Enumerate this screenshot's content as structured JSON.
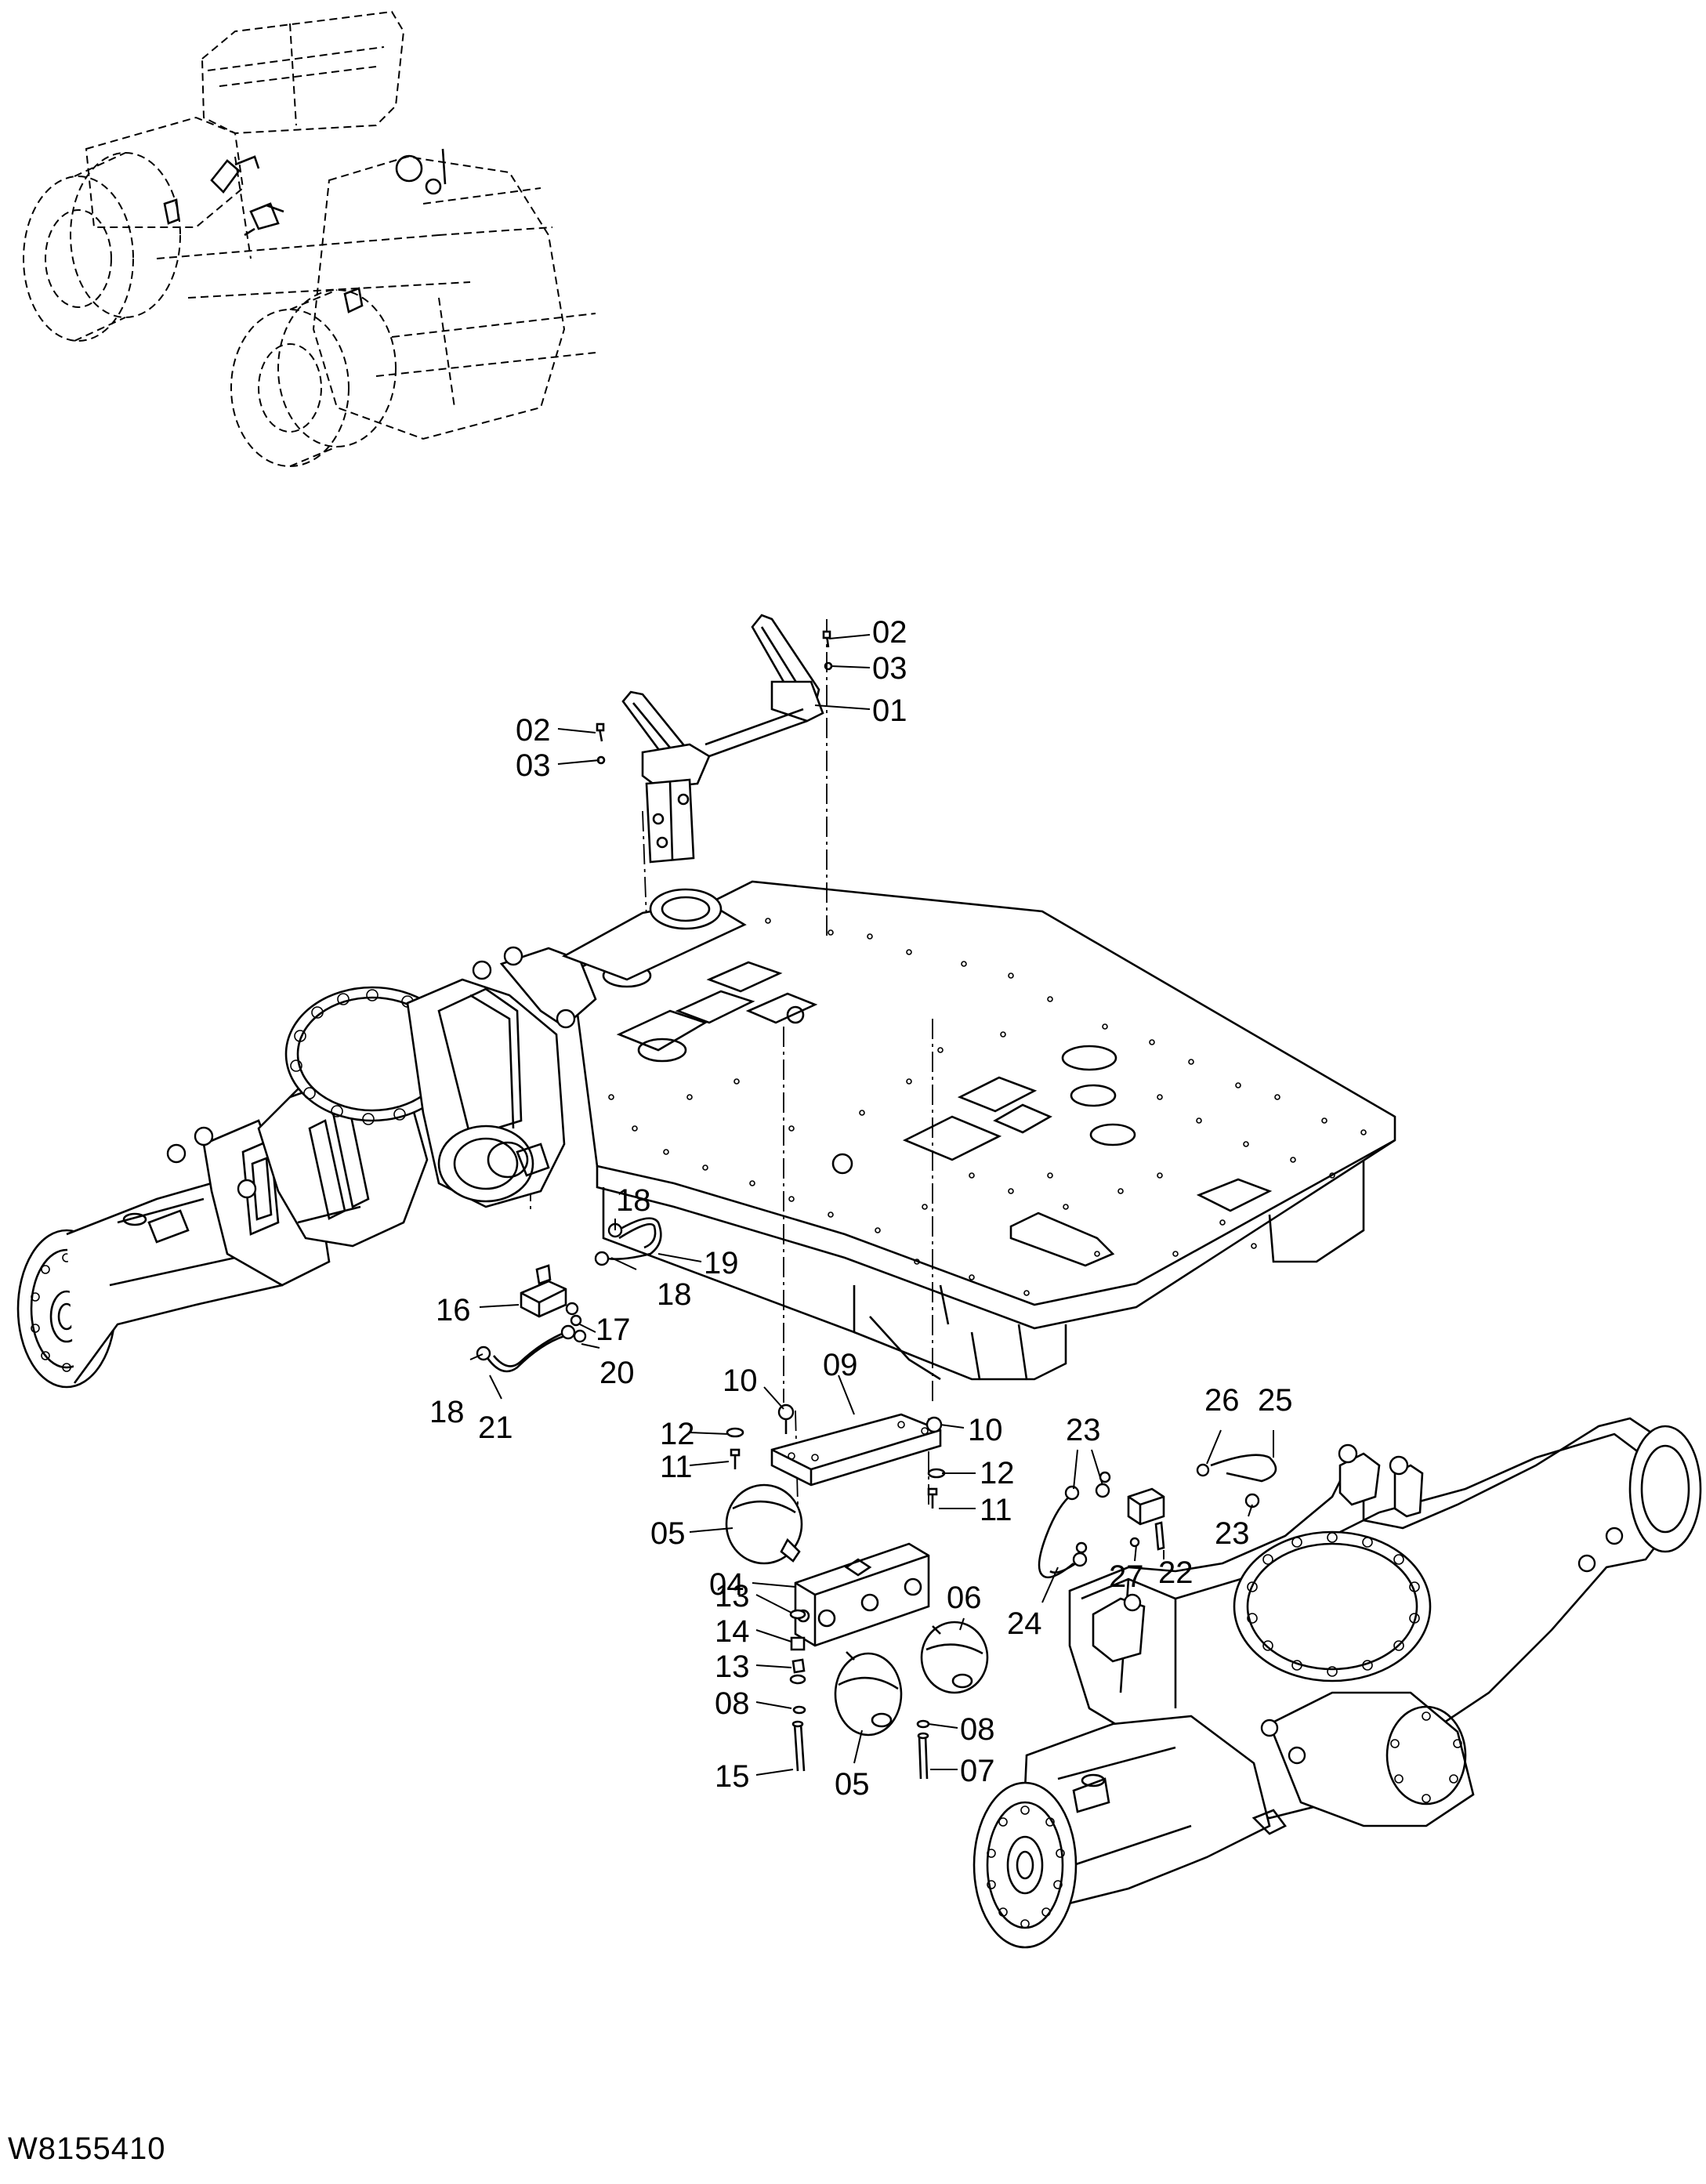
{
  "drawing_id": "W8155410",
  "callouts": [
    {
      "text": "02"
    },
    {
      "text": "03"
    },
    {
      "text": "01"
    },
    {
      "text": "02"
    },
    {
      "text": "03"
    },
    {
      "text": "18"
    },
    {
      "text": "19"
    },
    {
      "text": "18"
    },
    {
      "text": "16"
    },
    {
      "text": "17"
    },
    {
      "text": "20"
    },
    {
      "text": "18"
    },
    {
      "text": "21"
    },
    {
      "text": "10"
    },
    {
      "text": "09"
    },
    {
      "text": "10"
    },
    {
      "text": "12"
    },
    {
      "text": "11"
    },
    {
      "text": "12"
    },
    {
      "text": "11"
    },
    {
      "text": "05"
    },
    {
      "text": "04"
    },
    {
      "text": "06"
    },
    {
      "text": "13"
    },
    {
      "text": "14"
    },
    {
      "text": "13"
    },
    {
      "text": "08"
    },
    {
      "text": "15"
    },
    {
      "text": "05"
    },
    {
      "text": "08"
    },
    {
      "text": "07"
    },
    {
      "text": "23"
    },
    {
      "text": "26"
    },
    {
      "text": "25"
    },
    {
      "text": "23"
    },
    {
      "text": "27"
    },
    {
      "text": "22"
    },
    {
      "text": "24"
    }
  ]
}
